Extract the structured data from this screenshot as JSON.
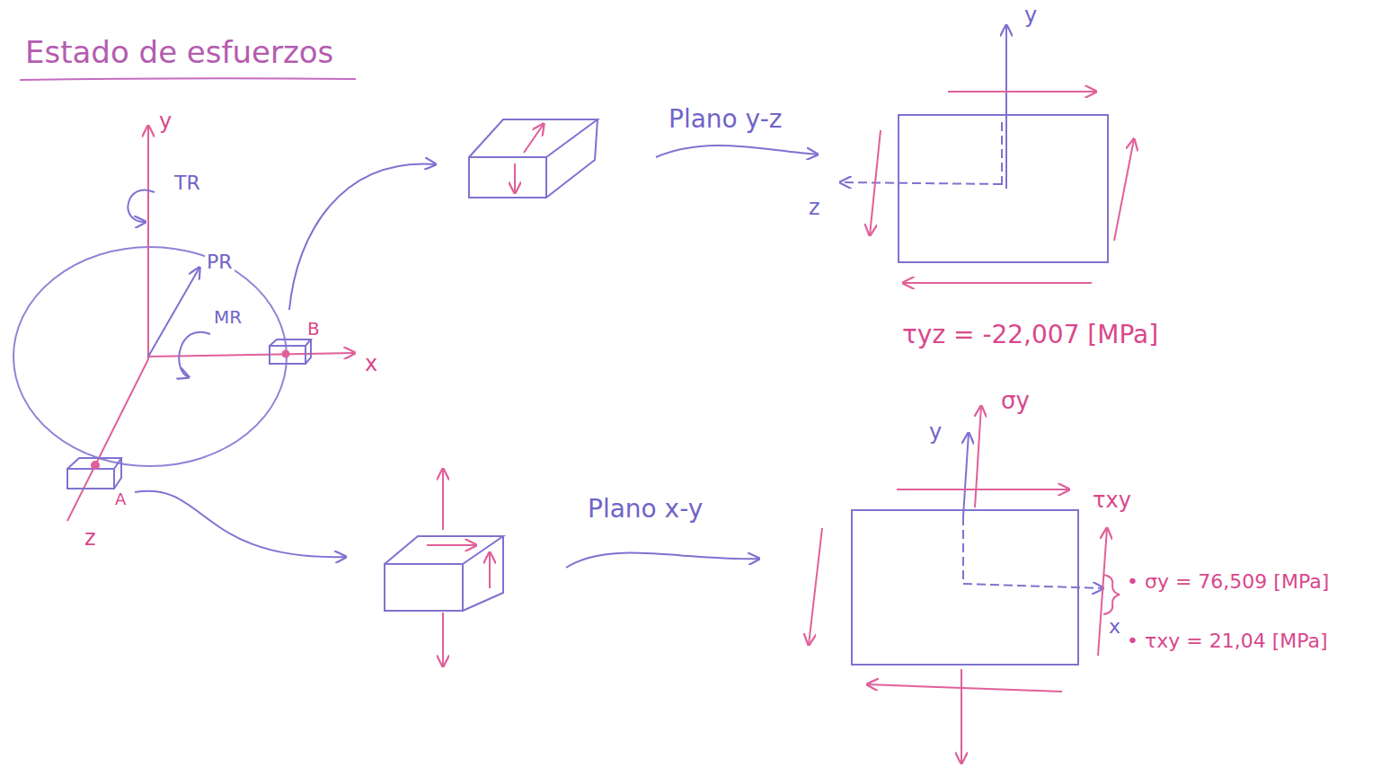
{
  "diagram": {
    "title": "Estado de esfuerzos",
    "labels": [
      "y",
      "TR",
      "PR",
      "MR",
      "B",
      "x",
      "A",
      "z",
      "Plano y-z",
      "y",
      "z",
      "τyz = -22,007 [MPa]",
      "Plano x-y",
      "y",
      "σy",
      "τxy",
      "x",
      "• σy = 76,509 [MPa]",
      "• τxy = 21,04 [MPa]"
    ]
  }
}
